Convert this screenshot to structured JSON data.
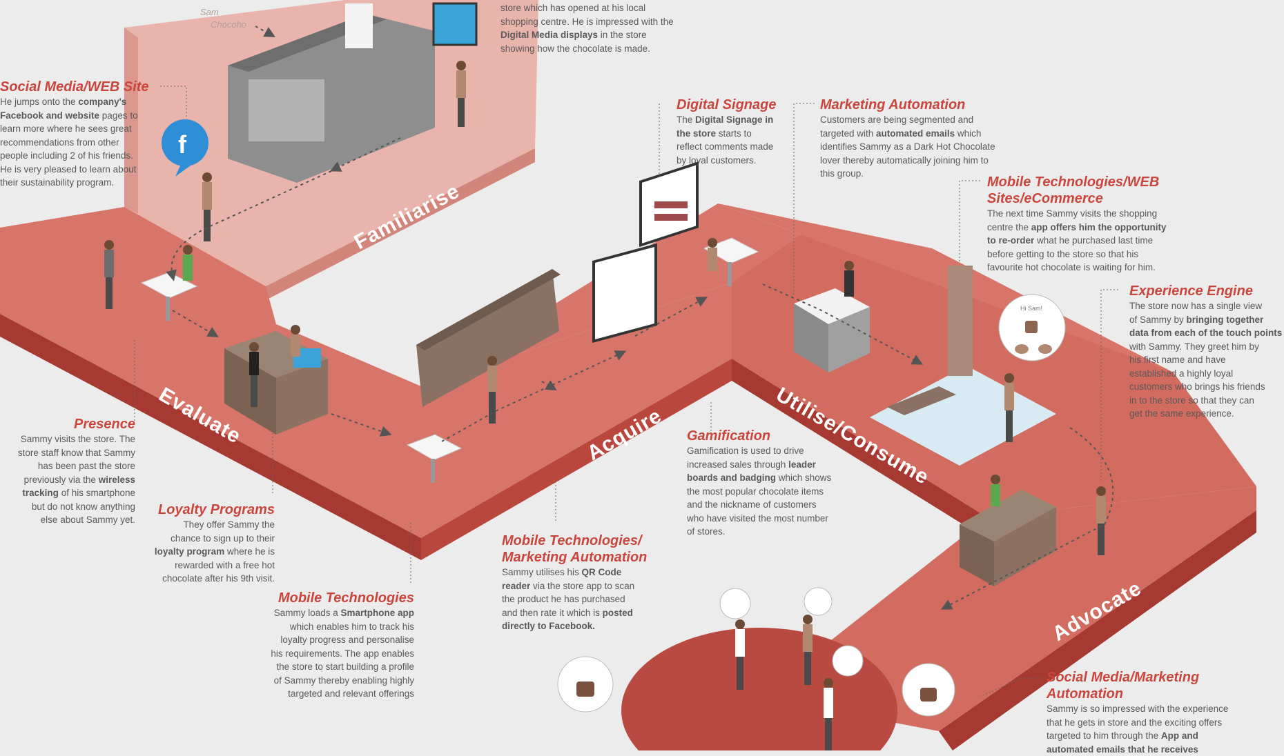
{
  "colors": {
    "title": "#c9463c",
    "body": "#595959",
    "path_top": "#d8756a",
    "path_side": "#a63a32",
    "platform_top": "#e8b4ab",
    "platform_side": "#d2867b",
    "plaza": "#b94a41",
    "background": "#ececec"
  },
  "stages": {
    "familiarise": "Familiarise",
    "evaluate": "Evaluate",
    "acquire": "Acquire",
    "utilise": "Utilise/Consume",
    "advocate": "Advocate"
  },
  "top_text": {
    "body_html": "store which has opened at his local<br>shopping centre. He is impressed with the<br><b>Digital Media displays</b> in the store<br>showing how the chocolate is made."
  },
  "social_web": {
    "title": "Social Media/WEB Site",
    "body_html": "He jumps onto the <b>company's</b><br><b>Facebook and website</b> pages to<br>learn more where he sees great<br>recommendations from other<br>people including 2 of his friends.<br>He is very pleased to learn about<br>their sustainability program."
  },
  "presence": {
    "title": "Presence",
    "body_html": "Sammy visits the store. The<br>store staff know that Sammy<br>has been past the store<br>previously via the <b>wireless</b><br><b>tracking</b> of his smartphone<br>but do not know anything<br>else about Sammy yet."
  },
  "loyalty": {
    "title": "Loyalty Programs",
    "body_html": "They offer Sammy the<br>chance to sign up to their<br><b>loyalty program</b> where he is<br>rewarded with a free hot<br>chocolate after his 9th visit."
  },
  "mobile_tech": {
    "title": "Mobile Technologies",
    "body_html": "Sammy loads a <b>Smartphone app</b><br>which enables him to track his<br>loyalty progress and personalise<br>his requirements. The app enables<br>the store to start building a profile<br>of Sammy thereby enabling highly<br>targeted and relevant offerings"
  },
  "mobile_marketing": {
    "title_html": "Mobile Technologies/<br>Marketing Automation",
    "body_html": "Sammy utilises his <b>QR Code</b><br><b>reader</b> via the store app to scan<br>the product he has purchased<br>and then rate it which is <b>posted</b><br><b>directly to Facebook.</b>"
  },
  "digital_signage": {
    "title": "Digital Signage",
    "body_html": "The <b>Digital Signage in</b><br><b>the store</b> starts to<br>reflect comments made<br>by loyal customers."
  },
  "marketing_automation": {
    "title": "Marketing Automation",
    "body_html": "Customers are being segmented and<br>targeted with <b>automated emails</b> which<br>identifies Sammy as a Dark Hot Chocolate<br>lover thereby automatically joining him to<br>this group."
  },
  "mobile_web": {
    "title_html": "Mobile Technologies/WEB<br>Sites/eCommerce",
    "body_html": "The next time Sammy visits the shopping<br>centre the <b>app offers him the opportunity</b><br><b>to re-order</b> what he purchased last time<br>before getting to the store so that his<br>favourite hot chocolate is waiting for him."
  },
  "experience": {
    "title": "Experience Engine",
    "body_html": "The store now has a single view<br>of Sammy by <b>bringing together</b><br><b>data from each of the touch points</b><br>with Sammy. They greet him by<br>his first name and have<br>established a highly loyal<br>customers who brings his friends<br>in to the store so that they can<br>get the same experience."
  },
  "gamification": {
    "title": "Gamification",
    "body_html": "Gamification is used to drive<br>increased sales through <b>leader</b><br><b>boards and badging</b> which shows<br>the most popular chocolate items<br>and the nickname of customers<br>who have visited the most number<br>of stores."
  },
  "social_marketing": {
    "title_html": "Social Media/Marketing<br>Automation",
    "body_html": "Sammy is so impressed with the experience<br>that he gets in store and the exciting offers<br>targeted to him through the <b>App and</b><br><b>automated emails that he receives</b>"
  },
  "scene_text": {
    "sign_top": "Sam",
    "sign_bottom": "Chocoho",
    "bubble": "Hi Sam!",
    "facebook": "f"
  },
  "icons": [
    "facebook-icon",
    "coffee-cup-icon",
    "smiley-face-icon",
    "digital-display-icon",
    "person-icon"
  ]
}
